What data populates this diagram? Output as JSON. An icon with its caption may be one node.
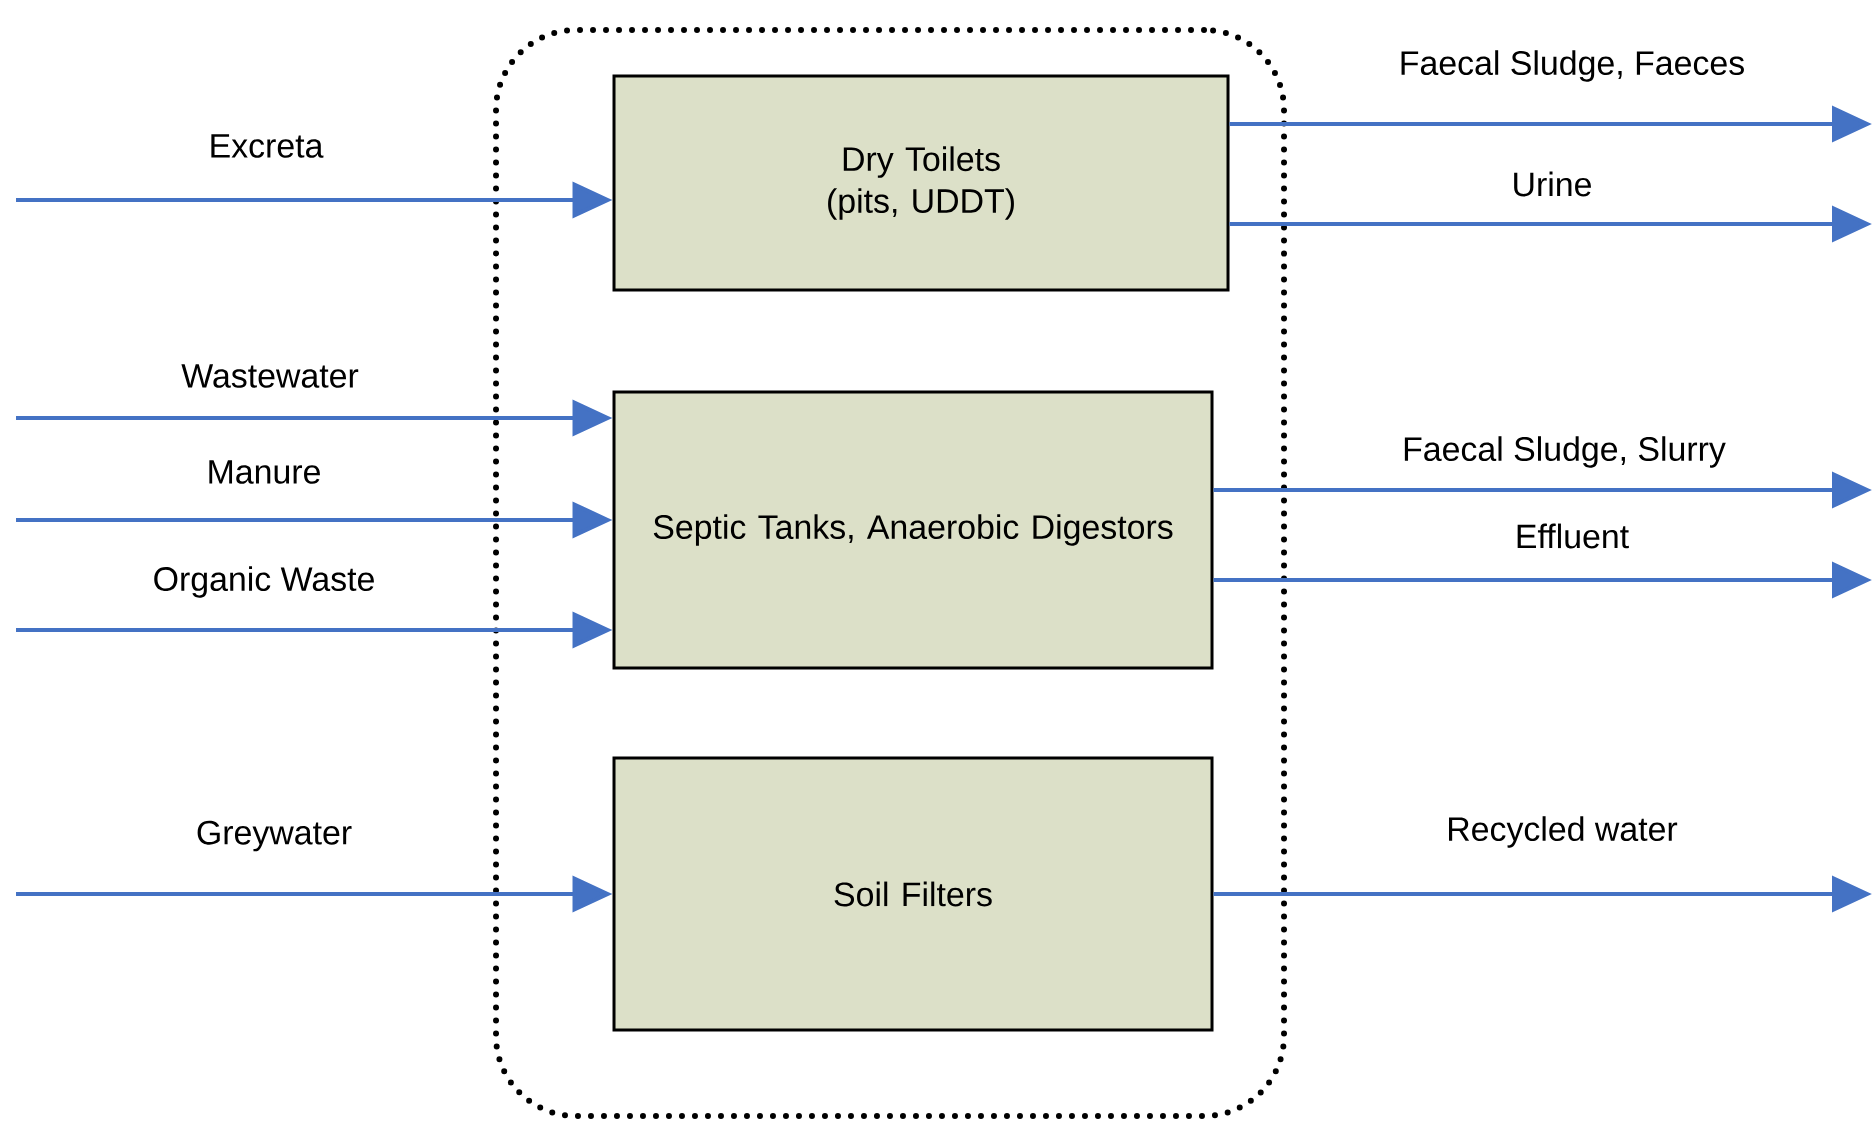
{
  "diagram": {
    "nodes": [
      {
        "text": [],
        "shape": "box"
      },
      {
        "text": [
          "Dry Toilets (pits, UDDT)"
        ],
        "in": 0
      },
      {
        "text": [
          "Septic Tanks, Anaerobic Digestors"
        ],
        "in": 0
      },
      {
        "text": [
          "Soil Filters"
        ],
        "in": 0
      }
    ],
    "edges": [
      {
        "from": null,
        "to": 1,
        "arrow": "to",
        "label": "Excreta"
      },
      {
        "from": null,
        "to": 2,
        "arrow": "to",
        "label": "Wastewater"
      },
      {
        "from": null,
        "to": 2,
        "arrow": "to",
        "label": "Manure"
      },
      {
        "from": null,
        "to": 2,
        "arrow": "to",
        "label": "Organic Waste"
      },
      {
        "from": null,
        "to": 3,
        "arrow": "to",
        "label": "Greywater"
      },
      {
        "from": 1,
        "to": null,
        "arrow": "to",
        "label": "Faecal Sludge, Faeces"
      },
      {
        "from": 1,
        "to": null,
        "arrow": "to",
        "label": "Urine"
      },
      {
        "from": 2,
        "to": null,
        "arrow": "to",
        "label": "Faecal Sludge, Slurry"
      },
      {
        "from": 2,
        "to": null,
        "arrow": "to",
        "label": "Effluent"
      },
      {
        "from": 3,
        "to": null,
        "arrow": "to",
        "label": "Recycled water"
      }
    ]
  }
}
